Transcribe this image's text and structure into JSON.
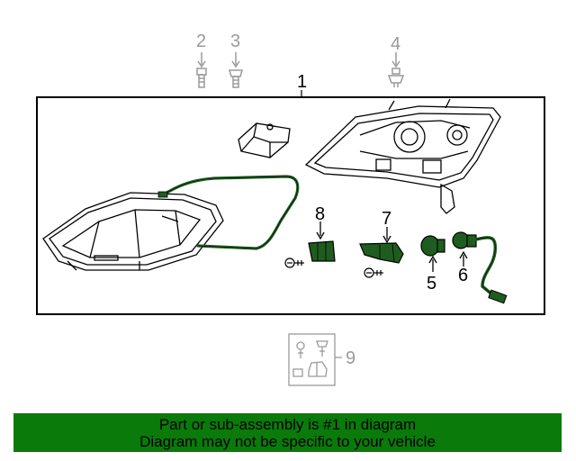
{
  "callouts": {
    "c1": "1",
    "c2": "2",
    "c3": "3",
    "c4": "4",
    "c5": "5",
    "c6": "6",
    "c7": "7",
    "c8": "8",
    "c9": "9"
  },
  "banner": {
    "line1": "Part or sub-assembly is #1 in diagram",
    "line2": "Diagram may not be specific to your vehicle"
  },
  "colors": {
    "highlight": "#1f5c1f",
    "banner_bg": "#0a7a0a",
    "outline": "#000000",
    "muted": "#9a9a9a"
  }
}
